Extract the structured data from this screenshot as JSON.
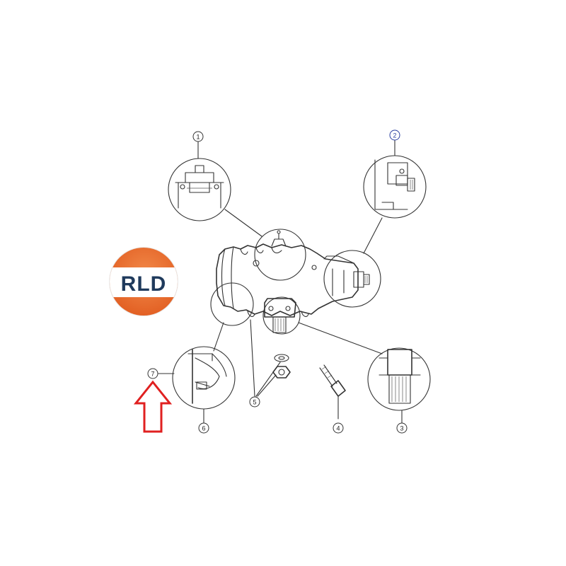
{
  "logo": {
    "text": "RLD",
    "colors": {
      "orange": "#e8682a",
      "navy": "#1f3a5c",
      "band": "#ffffff"
    }
  },
  "callouts": [
    {
      "id": "1",
      "label": "1"
    },
    {
      "id": "2",
      "label": "2",
      "color": "#2a3fa0"
    },
    {
      "id": "3",
      "label": "3"
    },
    {
      "id": "4",
      "label": "4"
    },
    {
      "id": "5",
      "label": "5"
    },
    {
      "id": "6",
      "label": "6"
    },
    {
      "id": "7",
      "label": "7"
    }
  ],
  "arrow": {
    "icon": "up-arrow-icon",
    "color": "#e02020"
  }
}
